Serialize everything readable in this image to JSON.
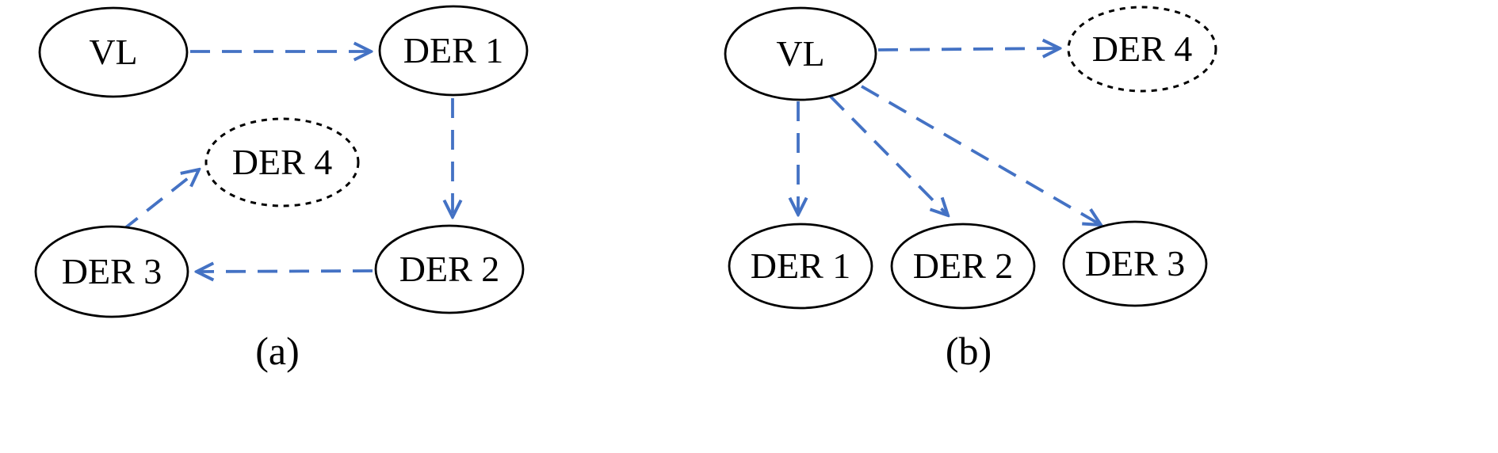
{
  "figure": {
    "colors": {
      "arrow": "#4472C4",
      "node_stroke": "#000000",
      "background": "#ffffff"
    },
    "diagrams": [
      {
        "id": "a",
        "caption": "(a)",
        "nodes": [
          {
            "id": "vl",
            "label": "VL",
            "style": "solid"
          },
          {
            "id": "der1",
            "label": "DER 1",
            "style": "solid"
          },
          {
            "id": "der2",
            "label": "DER 2",
            "style": "solid"
          },
          {
            "id": "der3",
            "label": "DER 3",
            "style": "solid"
          },
          {
            "id": "der4",
            "label": "DER 4",
            "style": "dotted"
          }
        ],
        "edges": [
          {
            "from": "VL",
            "to": "DER 1"
          },
          {
            "from": "DER 1",
            "to": "DER 2"
          },
          {
            "from": "DER 2",
            "to": "DER 3"
          },
          {
            "from": "DER 3",
            "to": "DER 4"
          }
        ]
      },
      {
        "id": "b",
        "caption": "(b)",
        "nodes": [
          {
            "id": "vl",
            "label": "VL",
            "style": "solid"
          },
          {
            "id": "der1",
            "label": "DER 1",
            "style": "solid"
          },
          {
            "id": "der2",
            "label": "DER 2",
            "style": "solid"
          },
          {
            "id": "der3",
            "label": "DER 3",
            "style": "solid"
          },
          {
            "id": "der4",
            "label": "DER 4",
            "style": "dotted"
          }
        ],
        "edges": [
          {
            "from": "VL",
            "to": "DER 4"
          },
          {
            "from": "VL",
            "to": "DER 1"
          },
          {
            "from": "VL",
            "to": "DER 2"
          },
          {
            "from": "VL",
            "to": "DER 3"
          }
        ]
      }
    ]
  }
}
